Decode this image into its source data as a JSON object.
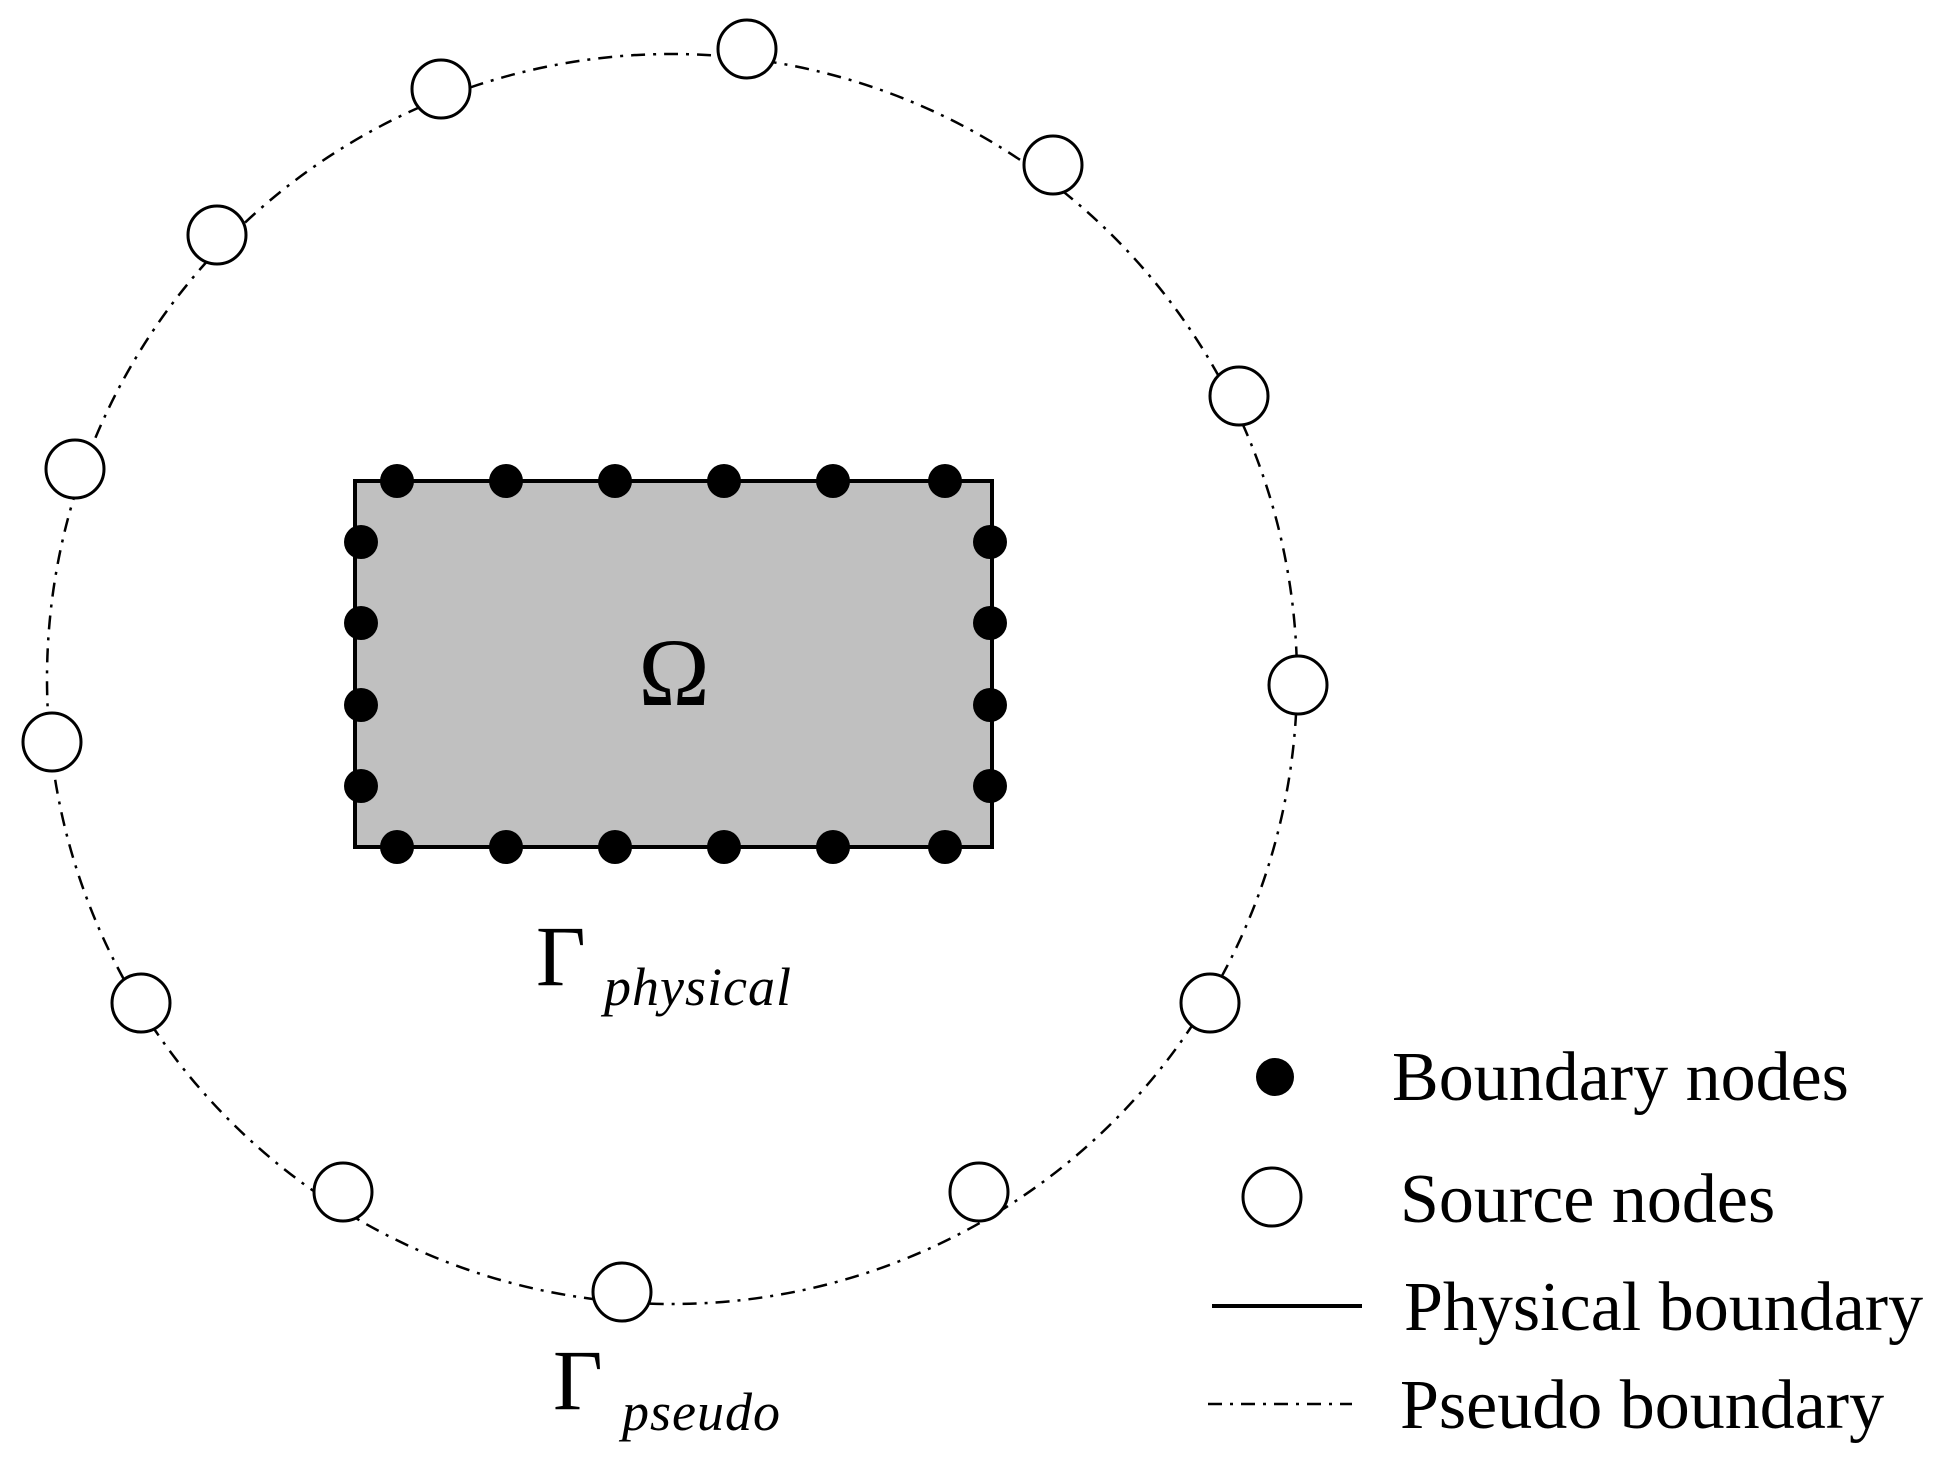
{
  "domain_label": {
    "text": "Ω"
  },
  "physical_boundary_label": {
    "symbol": "Γ",
    "subscript": "physical"
  },
  "pseudo_boundary_label": {
    "symbol": "Γ",
    "subscript": "pseudo"
  },
  "legend": {
    "items": [
      {
        "key": "boundary_nodes",
        "label": "Boundary nodes"
      },
      {
        "key": "source_nodes",
        "label": "Source nodes"
      },
      {
        "key": "physical_boundary",
        "label": "Physical boundary"
      },
      {
        "key": "pseudo_boundary",
        "label": "Pseudo boundary"
      }
    ]
  },
  "colors": {
    "domain_fill": "#c0c0c0",
    "stroke": "#000000",
    "boundary_node": "#000000",
    "source_node_fill": "#ffffff"
  }
}
